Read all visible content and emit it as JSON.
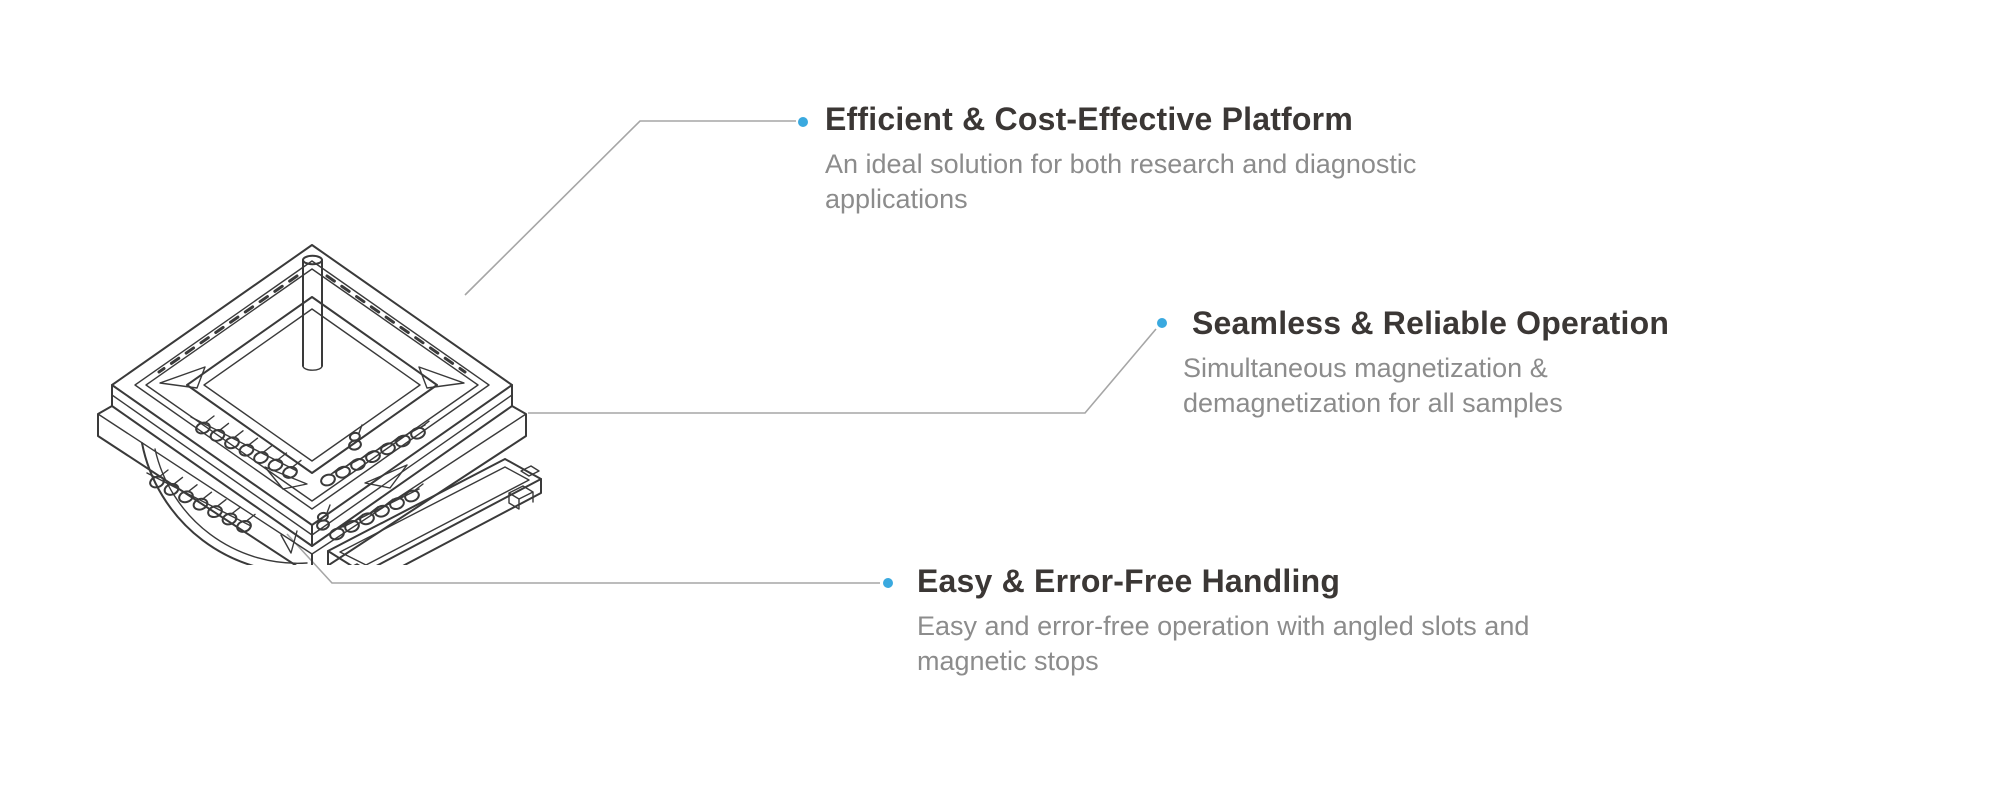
{
  "colors": {
    "accent": "#3aa9df",
    "heading_text": "#3b3735",
    "body_text": "#8c8c8c",
    "leader_line": "#a6a6a6",
    "drawing_stroke": "#3a3a3a",
    "background": "#ffffff"
  },
  "icons": {
    "callout_bullet": "dot-icon",
    "illustration": "magnetic-rack-isometric-drawing"
  },
  "callouts": [
    {
      "title": "Efficient & Cost-Effective Platform",
      "desc_lines": [
        "An ideal solution for both research and diagnostic",
        "applications"
      ]
    },
    {
      "title": "Seamless & Reliable Operation",
      "desc_lines": [
        "Simultaneous magnetization &",
        "demagnetization for all samples"
      ]
    },
    {
      "title": "Easy & Error-Free Handling",
      "desc_lines": [
        "Easy and error-free operation with angled slots and",
        "magnetic stops"
      ]
    }
  ]
}
